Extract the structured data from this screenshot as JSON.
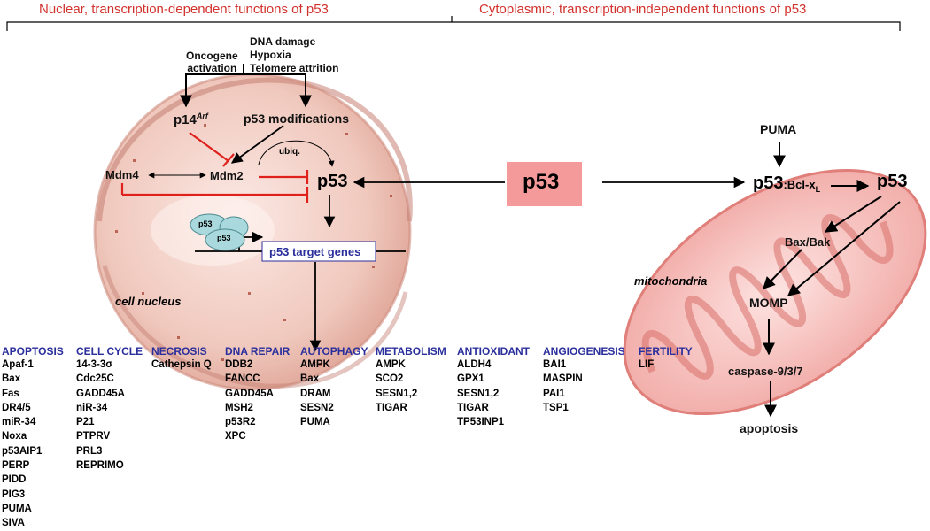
{
  "headers": {
    "left": "Nuclear, transcription-dependent functions of p53",
    "right": "Cytoplasmic, transcription-independent functions of p53"
  },
  "stimuli": {
    "oncogene_line1": "Oncogene",
    "oncogene_line2": "activation",
    "dna_damage": "DNA damage",
    "hypoxia": "Hypoxia",
    "telomere": "Telomere attrition"
  },
  "nucleus": {
    "p14_base": "p14",
    "p14_sup": "Arf",
    "modifications": "p53 modifications",
    "mdm4": "Mdm4",
    "mdm2": "Mdm2",
    "ubiq": "ubiq.",
    "p53": "p53",
    "dimer_a": "p53",
    "dimer_b": "p53",
    "target_genes": "p53 target genes",
    "cell_nucleus": "cell nucleus"
  },
  "center_p53": "p53",
  "cytoplasm": {
    "puma": "PUMA",
    "complex_p53": "p53",
    "complex_bcl": ":Bcl-x",
    "complex_sub": "L",
    "free_p53": "p53",
    "bax_bak": "Bax/Bak",
    "mitochondria": "mitochondria",
    "momp": "MOMP",
    "caspase": "caspase-9/3/7",
    "apoptosis": "apoptosis"
  },
  "categories": [
    {
      "title": "APOPTOSIS",
      "items": [
        "Apaf-1",
        "Bax",
        "Fas",
        "DR4/5",
        "miR-34",
        "Noxa",
        "p53AIP1",
        "PERP",
        "PIDD",
        "PIG3",
        "PUMA",
        "SIVA"
      ]
    },
    {
      "title": "CELL CYCLE",
      "items": [
        "14-3-3σ",
        "Cdc25C",
        "GADD45A",
        "niR-34",
        "P21",
        "PTPRV",
        "PRL3",
        "REPRIMO"
      ]
    },
    {
      "title": "NECROSIS",
      "items": [
        "Cathepsin Q"
      ]
    },
    {
      "title": "DNA REPAIR",
      "items": [
        "DDB2",
        "FANCC",
        "GADD45A",
        "MSH2",
        "p53R2",
        "XPC"
      ]
    },
    {
      "title": "AUTOPHAGY",
      "items": [
        "AMPK",
        "Bax",
        "DRAM",
        "SESN2",
        "PUMA"
      ]
    },
    {
      "title": "METABOLISM",
      "items": [
        "AMPK",
        "SCO2",
        "SESN1,2",
        "TIGAR"
      ]
    },
    {
      "title": "ANTIOXIDANT",
      "items": [
        "ALDH4",
        "GPX1",
        "SESN1,2",
        "TIGAR",
        "TP53INP1"
      ]
    },
    {
      "title": "ANGIOGENESIS",
      "items": [
        "BAI1",
        "MASPIN",
        "PAI1",
        "TSP1"
      ]
    },
    {
      "title": "FERTILITY",
      "items": [
        "LIF"
      ]
    }
  ],
  "colors": {
    "header": "#d2322d",
    "category": "#2b2f9c",
    "inhibit": "#e0201b",
    "center_box": "#f59a9a",
    "nucleus": "#e8b0a4",
    "mitochondrion": "#f2aaa6",
    "dimer": "#a9d9dc"
  }
}
